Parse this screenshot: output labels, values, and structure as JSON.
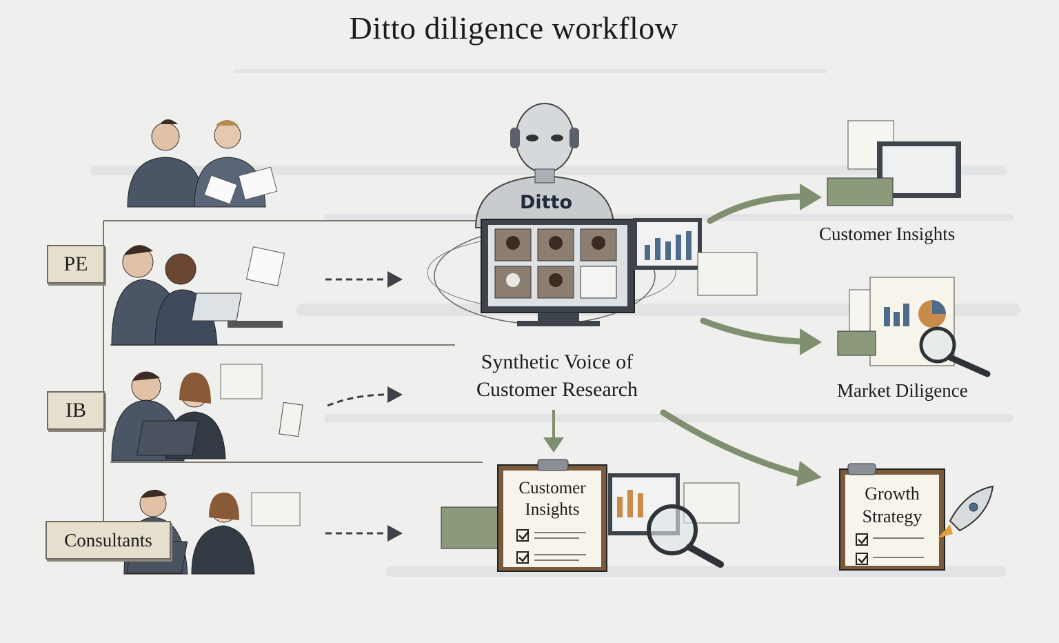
{
  "title": "Ditto diligence workflow",
  "roles": [
    {
      "label": "PE"
    },
    {
      "label": "IB"
    },
    {
      "label": "Consultants"
    }
  ],
  "center": {
    "robot_label": "Ditto",
    "caption_line1": "Synthetic Voice of",
    "caption_line2": "Customer Research",
    "clipboard_line1": "Customer",
    "clipboard_line2": "Insights"
  },
  "outputs": [
    {
      "label": "Customer Insights"
    },
    {
      "label": "Market Diligence"
    },
    {
      "label_line1": "Growth",
      "label_line2": "Strategy"
    }
  ],
  "colors": {
    "background": "#efefed",
    "arrow_green": "#7f8f70",
    "dashed_arrow": "#3e4248",
    "suit": "#4a5566",
    "label_box": "#e6dfcd"
  }
}
